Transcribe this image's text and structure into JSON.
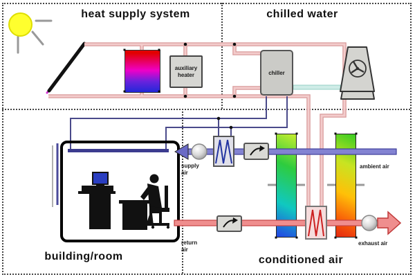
{
  "sections": {
    "heat_supply": {
      "title": "heat supply system"
    },
    "chilled_water": {
      "title": "chilled water"
    },
    "building_room": {
      "title": "building/room"
    },
    "conditioned_air": {
      "title": "conditioned air"
    }
  },
  "components": {
    "auxiliary_heater": {
      "label": "auxiliary heater"
    },
    "chiller": {
      "label": "chiller"
    }
  },
  "air_streams": {
    "supply_air": {
      "label": "supply air"
    },
    "return_air": {
      "label": "return air"
    },
    "ambient_air": {
      "label": "ambient air"
    },
    "exhaust_air": {
      "label": "exhaust air"
    }
  },
  "icons": {
    "sun": "sun-icon",
    "solar_collector": "solar-collector-icon",
    "storage_tank": "storage-tank-gradient",
    "cooling_tower": "cooling-tower-icon",
    "tower_fan": "fan-propeller-icon",
    "supply_fan": "fan-sphere-icon",
    "exhaust_fan": "fan-sphere-icon",
    "cooling_coil": "heat-exchanger-zigzag-icon",
    "regeneration_coil": "heat-exchanger-zigzag-icon",
    "damper": "rotary-damper-arrow-icon",
    "desiccant_wheel": "gradient-column-cool",
    "heat_recovery_wheel": "gradient-column-warm",
    "occupants": "office-desk-person-silhouette"
  },
  "colors": {
    "hot_water_pipe": "#f3cccc",
    "hot_water_pipe_edge": "#d89a9a",
    "chilled_water_line": "#4a4a8a",
    "coolant_pipe": "#cfece7",
    "supply_air_duct": "#8383d2",
    "return_air_duct": "#ef8e8e",
    "sun_fill": "#ffff2e",
    "tank_gradient_top": "#e20000",
    "tank_gradient_mid": "#ee00c8",
    "tank_gradient_bottom": "#2228d8",
    "cool_column_top": "#c6ee2e",
    "cool_column_bottom": "#2244e4",
    "warm_column_top": "#38cc22",
    "warm_column_bottom": "#e42810",
    "box_fill": "#d6d6d2",
    "border_dots": "#444444"
  }
}
